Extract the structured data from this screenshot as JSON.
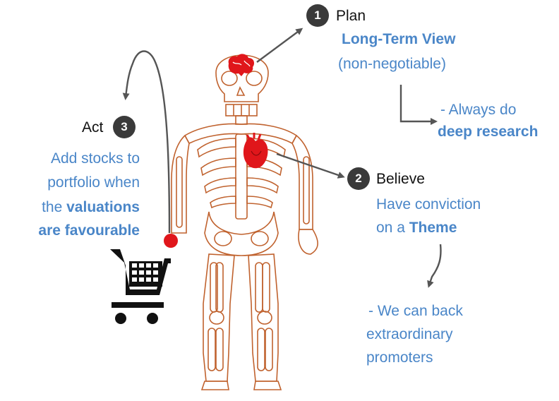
{
  "plan": {
    "badge": "1",
    "label": "Plan",
    "line1": "Long-Term View",
    "line2": "(non-negotiable)",
    "note_line1": "- Always do",
    "note_line2": "deep research"
  },
  "believe": {
    "badge": "2",
    "label": "Believe",
    "line1": "Have conviction",
    "line2_prefix": "on a ",
    "line2_bold": "Theme",
    "note_line1": "- We can back",
    "note_line2": "extraordinary",
    "note_line3": "promoters"
  },
  "act": {
    "badge": "3",
    "label": "Act",
    "line1": "Add stocks to",
    "line2": "portfolio when",
    "line3_prefix": "the ",
    "line3_bold": "valuations",
    "line4_bold": "are favourable"
  },
  "icons": {
    "brain": "brain-icon",
    "heart": "heart-icon",
    "hand": "hand-dot-icon",
    "cart": "shopping-cart-icon",
    "figure": "skeleton-figure"
  },
  "colors": {
    "accent_blue": "#4a86c8",
    "badge": "#3a3a3a",
    "skeleton_outline": "#c0622e",
    "organ_red": "#e0161b",
    "arrow": "#555555"
  }
}
